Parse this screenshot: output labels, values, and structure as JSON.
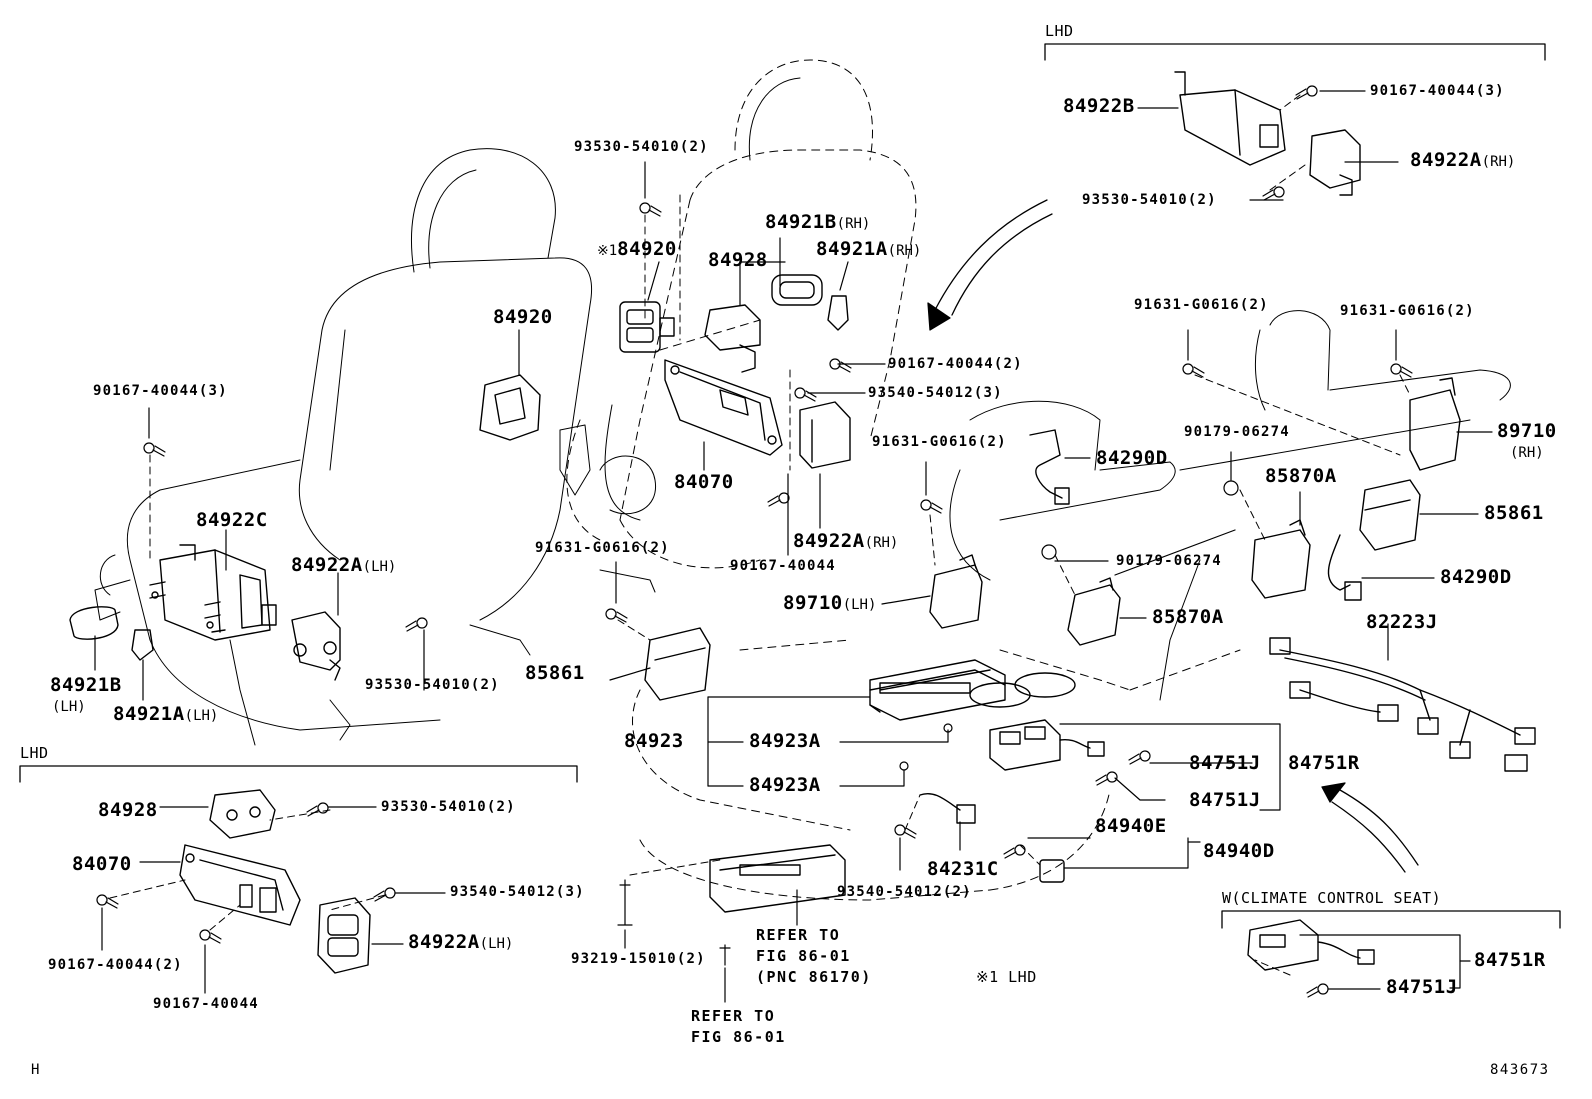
{
  "sections": {
    "lhd_top": "LHD",
    "lhd_bottom": "LHD",
    "climate": "W(CLIMATE CONTROL SEAT)"
  },
  "labels": {
    "p93530_mid": "93530-54010(2)",
    "p84920_mid_mark": "※1",
    "p84920_mid": "84920",
    "p84928_mid": "84928",
    "p84921b_rh": "84921B",
    "p84921b_rh_sfx": "(RH)",
    "p84921a_rh": "84921A",
    "p84921a_rh_sfx": "(RH)",
    "p84920_left": "84920",
    "p90167_3_left": "90167-40044(3)",
    "p90167_2_mid": "90167-40044(2)",
    "p93540_3_mid": "93540-54012(3)",
    "p84070_mid": "84070",
    "p90167_mid": "90167-40044",
    "p84922a_rh_mid": "84922A",
    "p84922a_rh_mid_sfx": "(RH)",
    "p84922c": "84922C",
    "p84922a_lh_left": "84922A",
    "p84922a_lh_left_sfx": "(LH)",
    "p91631_left": "91631-G0616(2)",
    "p93530_lower": "93530-54010(2)",
    "p85861_left": "85861",
    "p84921b_lh": "84921B",
    "p84921b_lh_sfx": "(LH)",
    "p84921a_lh": "84921A",
    "p84921a_lh_sfx": "(LH)",
    "p84922b": "84922B",
    "p90167_3_top": "90167-40044(3)",
    "p84922a_rh_top": "84922A",
    "p84922a_rh_top_sfx": "(RH)",
    "p93530_top": "93530-54010(2)",
    "p91631_r1": "91631-G0616(2)",
    "p91631_r2": "91631-G0616(2)",
    "p91631_mid": "91631-G0616(2)",
    "p84290d_upper": "84290D",
    "p90179_upper": "90179-06274",
    "p85870a_upper": "85870A",
    "p89710_rh": "89710",
    "p89710_rh_sfx": "(RH)",
    "p85861_right": "85861",
    "p90179_lower": "90179-06274",
    "p84290d_lower": "84290D",
    "p89710_lh": "89710",
    "p89710_lh_sfx": "(LH)",
    "p85870a_lower": "85870A",
    "p82223j": "82223J",
    "p84923": "84923",
    "p84923a_1": "84923A",
    "p84923a_2": "84923A",
    "p84751j_1": "84751J",
    "p84751r": "84751R",
    "p84751j_2": "84751J",
    "p84940e": "84940E",
    "p84940d": "84940D",
    "p84231c": "84231C",
    "p93540_2": "93540-54012(2)",
    "p93219": "93219-15010(2)",
    "refer_1": "REFER TO\nFIG 86-01\n(PNC 86170)",
    "refer_2": "REFER TO\nFIG 86-01",
    "lhd_note": "※1 LHD",
    "p84928_bot": "84928",
    "p93530_bot": "93530-54010(2)",
    "p84070_bot": "84070",
    "p93540_3_bot": "93540-54012(3)",
    "p84922a_lh_bot": "84922A",
    "p84922a_lh_bot_sfx": "(LH)",
    "p90167_2_bot": "90167-40044(2)",
    "p90167_bot": "90167-40044",
    "p84751r_climate": "84751R",
    "p84751j_climate": "84751J",
    "footer_left": "H",
    "footer_right": "843673"
  }
}
